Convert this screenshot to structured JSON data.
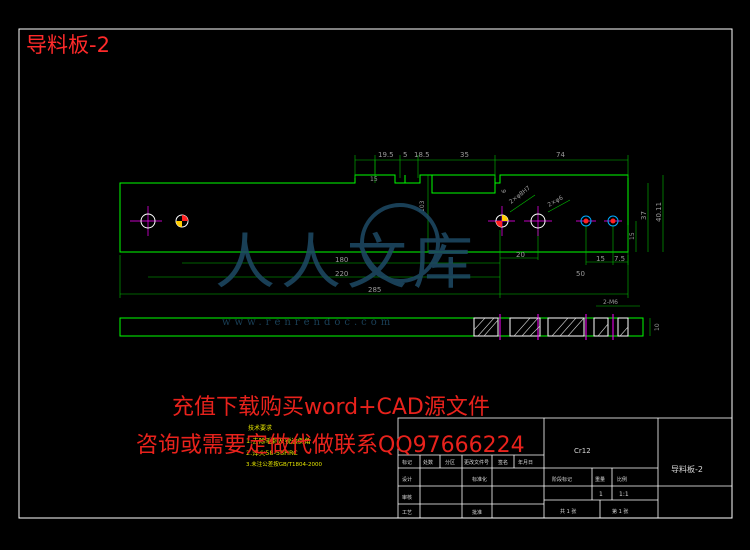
{
  "title": "导料板-2",
  "dimensions": {
    "top": [
      "19.5",
      "5",
      "18.5",
      "35",
      "74"
    ],
    "left_small": "15",
    "left_vertical": "103",
    "hole_angle_1": "2×φ8H7",
    "hole_angle_2": "2×φ6",
    "angle_small": "6",
    "h_180": "180",
    "h_220": "220",
    "h_285": "285",
    "h_20": "20",
    "h_50": "50",
    "h_15": "15",
    "h_7_5": "7.5",
    "v_15": "15",
    "v_37": "37",
    "v_40": "40.11",
    "side_label": "2-M6",
    "side_thick": "10"
  },
  "notes": {
    "title": "技术要求",
    "lines": [
      "1.去除毛刺及锐边倒角",
      "2.淬火58-58HRC",
      "3.未注公差按GB/T1804-2000"
    ]
  },
  "overlay": {
    "line1": "充值下载购买word+CAD源文件",
    "line2": "咨询或需要定做代做联系QQ97666224"
  },
  "watermark": {
    "cn": "人人文库",
    "url": "www.renrendoc.com"
  },
  "title_block": {
    "material": "Cr12",
    "name": "导料板-2",
    "headers": [
      "标记",
      "处数",
      "分区",
      "更改文件号",
      "签名",
      "年月日"
    ],
    "row_labels": [
      "设计",
      "审核",
      "工艺"
    ],
    "middle": [
      "标准化",
      "批准"
    ],
    "stage_headers": [
      "阶段标记",
      "重量",
      "比例"
    ],
    "qty": "1",
    "scale": "1:1",
    "sheets": "共 1 张",
    "sheet_no": "第 1 张"
  }
}
